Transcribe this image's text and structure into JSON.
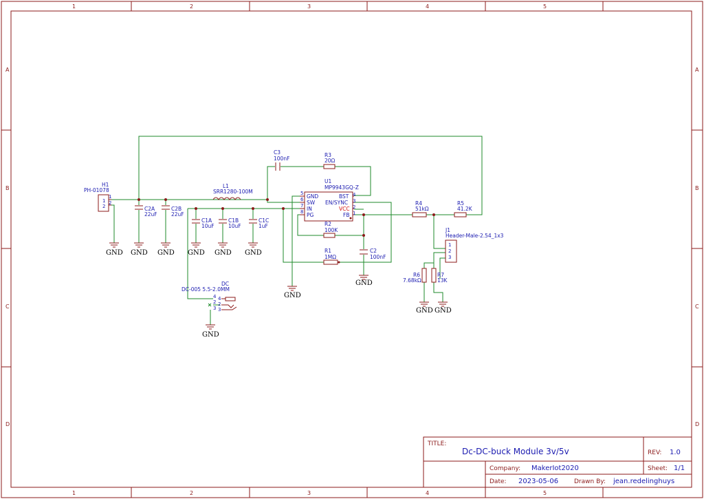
{
  "frame": {
    "columns": [
      "1",
      "2",
      "3",
      "4",
      "5"
    ],
    "rows": [
      "A",
      "B",
      "C",
      "D"
    ]
  },
  "title_block": {
    "title_label": "TITLE:",
    "title": "Dc-DC-buck Module 3v/5v",
    "rev_label": "REV:",
    "rev": "1.0",
    "company_label": "Company:",
    "company": "MakerIot2020",
    "sheet_label": "Sheet:",
    "sheet": "1/1",
    "date_label": "Date:",
    "date": "2023-05-06",
    "drawn_label": "Drawn By:",
    "drawn_by": "jean.redelinghuys"
  },
  "components": {
    "H1": {
      "ref": "H1",
      "value": "PH-01078",
      "pin1": "1",
      "pin2": "2"
    },
    "C2A": {
      "ref": "C2A",
      "value": "22uF"
    },
    "C2B": {
      "ref": "C2B",
      "value": "22uF"
    },
    "L1": {
      "ref": "L1",
      "value": "SRR1280-100M"
    },
    "C1A": {
      "ref": "C1A",
      "value": "10uF"
    },
    "C1B": {
      "ref": "C1B",
      "value": "10uF"
    },
    "C1C": {
      "ref": "C1C",
      "value": "1uF"
    },
    "C3": {
      "ref": "C3",
      "value": "100nF"
    },
    "R3": {
      "ref": "R3",
      "value": "20Ω"
    },
    "U1": {
      "ref": "U1",
      "value": "MP9943GQ-Z",
      "left_pins": [
        {
          "name": "GND",
          "num": "5"
        },
        {
          "name": "SW",
          "num": "6"
        },
        {
          "name": "IN",
          "num": "7"
        },
        {
          "name": "PG",
          "num": "8"
        }
      ],
      "right_pins": [
        {
          "name": "BST",
          "num": "4"
        },
        {
          "name": "EN/SYNC",
          "num": "3"
        },
        {
          "name": "VCC",
          "num": "2"
        },
        {
          "name": "FB",
          "num": "1"
        }
      ]
    },
    "R2": {
      "ref": "R2",
      "value": "100K"
    },
    "R1": {
      "ref": "R1",
      "value": "1MΩ"
    },
    "C2": {
      "ref": "C2",
      "value": "100nF"
    },
    "R4": {
      "ref": "R4",
      "value": "51kΩ"
    },
    "R5": {
      "ref": "R5",
      "value": "41.2K"
    },
    "J1": {
      "ref": "J1",
      "value": "Header-Male-2.54_1x3",
      "pins": [
        "1",
        "2",
        "3"
      ]
    },
    "R6": {
      "ref": "R6",
      "value": "7.68kΩ"
    },
    "R7": {
      "ref": "R7",
      "value": "13K"
    },
    "DC": {
      "ref": "DC",
      "value": "DC-005 5.5-2.0MM",
      "pins": [
        "4",
        "2",
        "3"
      ],
      "pins_inner": [
        "4",
        "2",
        "3"
      ]
    }
  },
  "gnd_label": "GND"
}
